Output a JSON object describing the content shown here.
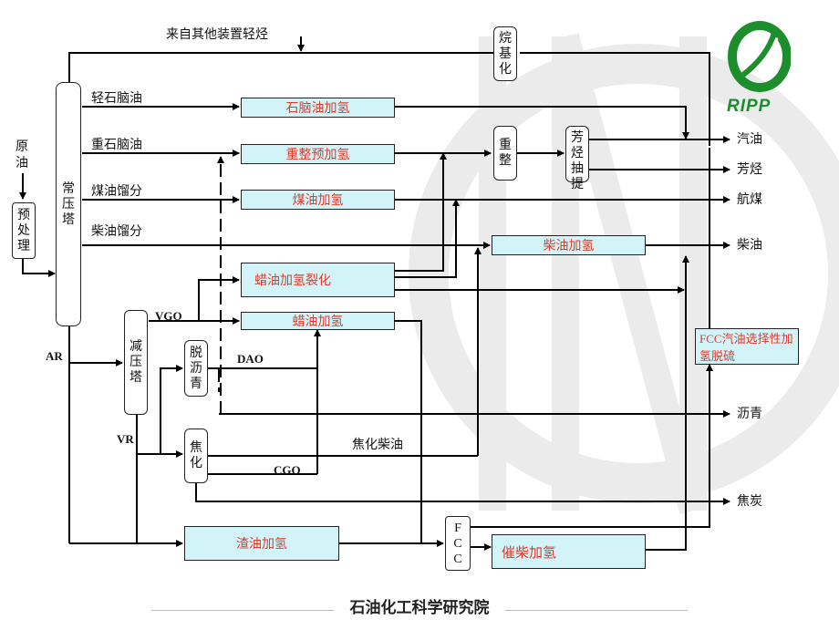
{
  "logo": {
    "text": "RIPP",
    "color": "#1c8f2c"
  },
  "footer": {
    "text": "石油化工科学研究院"
  },
  "colors": {
    "process_fill": "#d2f4f8",
    "process_text": "#e03a2a",
    "line": "#000000"
  },
  "labels": {
    "crude": "原油",
    "pretreat": "预处理",
    "atm_tower": "常压塔",
    "vac_tower": "减压塔",
    "deasphalt": "脱沥青",
    "coking": "焦化",
    "alkylation": "烷基化",
    "reforming": "重整",
    "aromatics_extraction": "芳烃抽提",
    "fcc": "FCC",
    "light_from_other": "来自其他装置轻烃",
    "light_naphtha": "轻石脑油",
    "heavy_naphtha": "重石脑油",
    "kerosene_cut": "煤油馏分",
    "diesel_cut": "柴油馏分",
    "vgo": "VGO",
    "dao": "DAO",
    "ar": "AR",
    "vr": "VR",
    "coker_diesel": "焦化柴油",
    "cgo": "CGO"
  },
  "processes": {
    "naphtha_hydro": "石脑油加氢",
    "reform_prehydro": "重整预加氢",
    "kerosene_hydro": "煤油加氢",
    "diesel_hydro": "柴油加氢",
    "wax_hydrocracking": "蜡油加氢裂化",
    "wax_hydro": "蜡油加氢",
    "residue_hydro": "渣油加氢",
    "lco_hydro": "催柴加氢",
    "fcc_gasoline": "FCC汽油选择性加氢脱硫"
  },
  "products": {
    "gasoline": "汽油",
    "aromatics": "芳烃",
    "jet_fuel": "航煤",
    "diesel": "柴油",
    "asphalt": "沥青",
    "coke": "焦炭"
  }
}
